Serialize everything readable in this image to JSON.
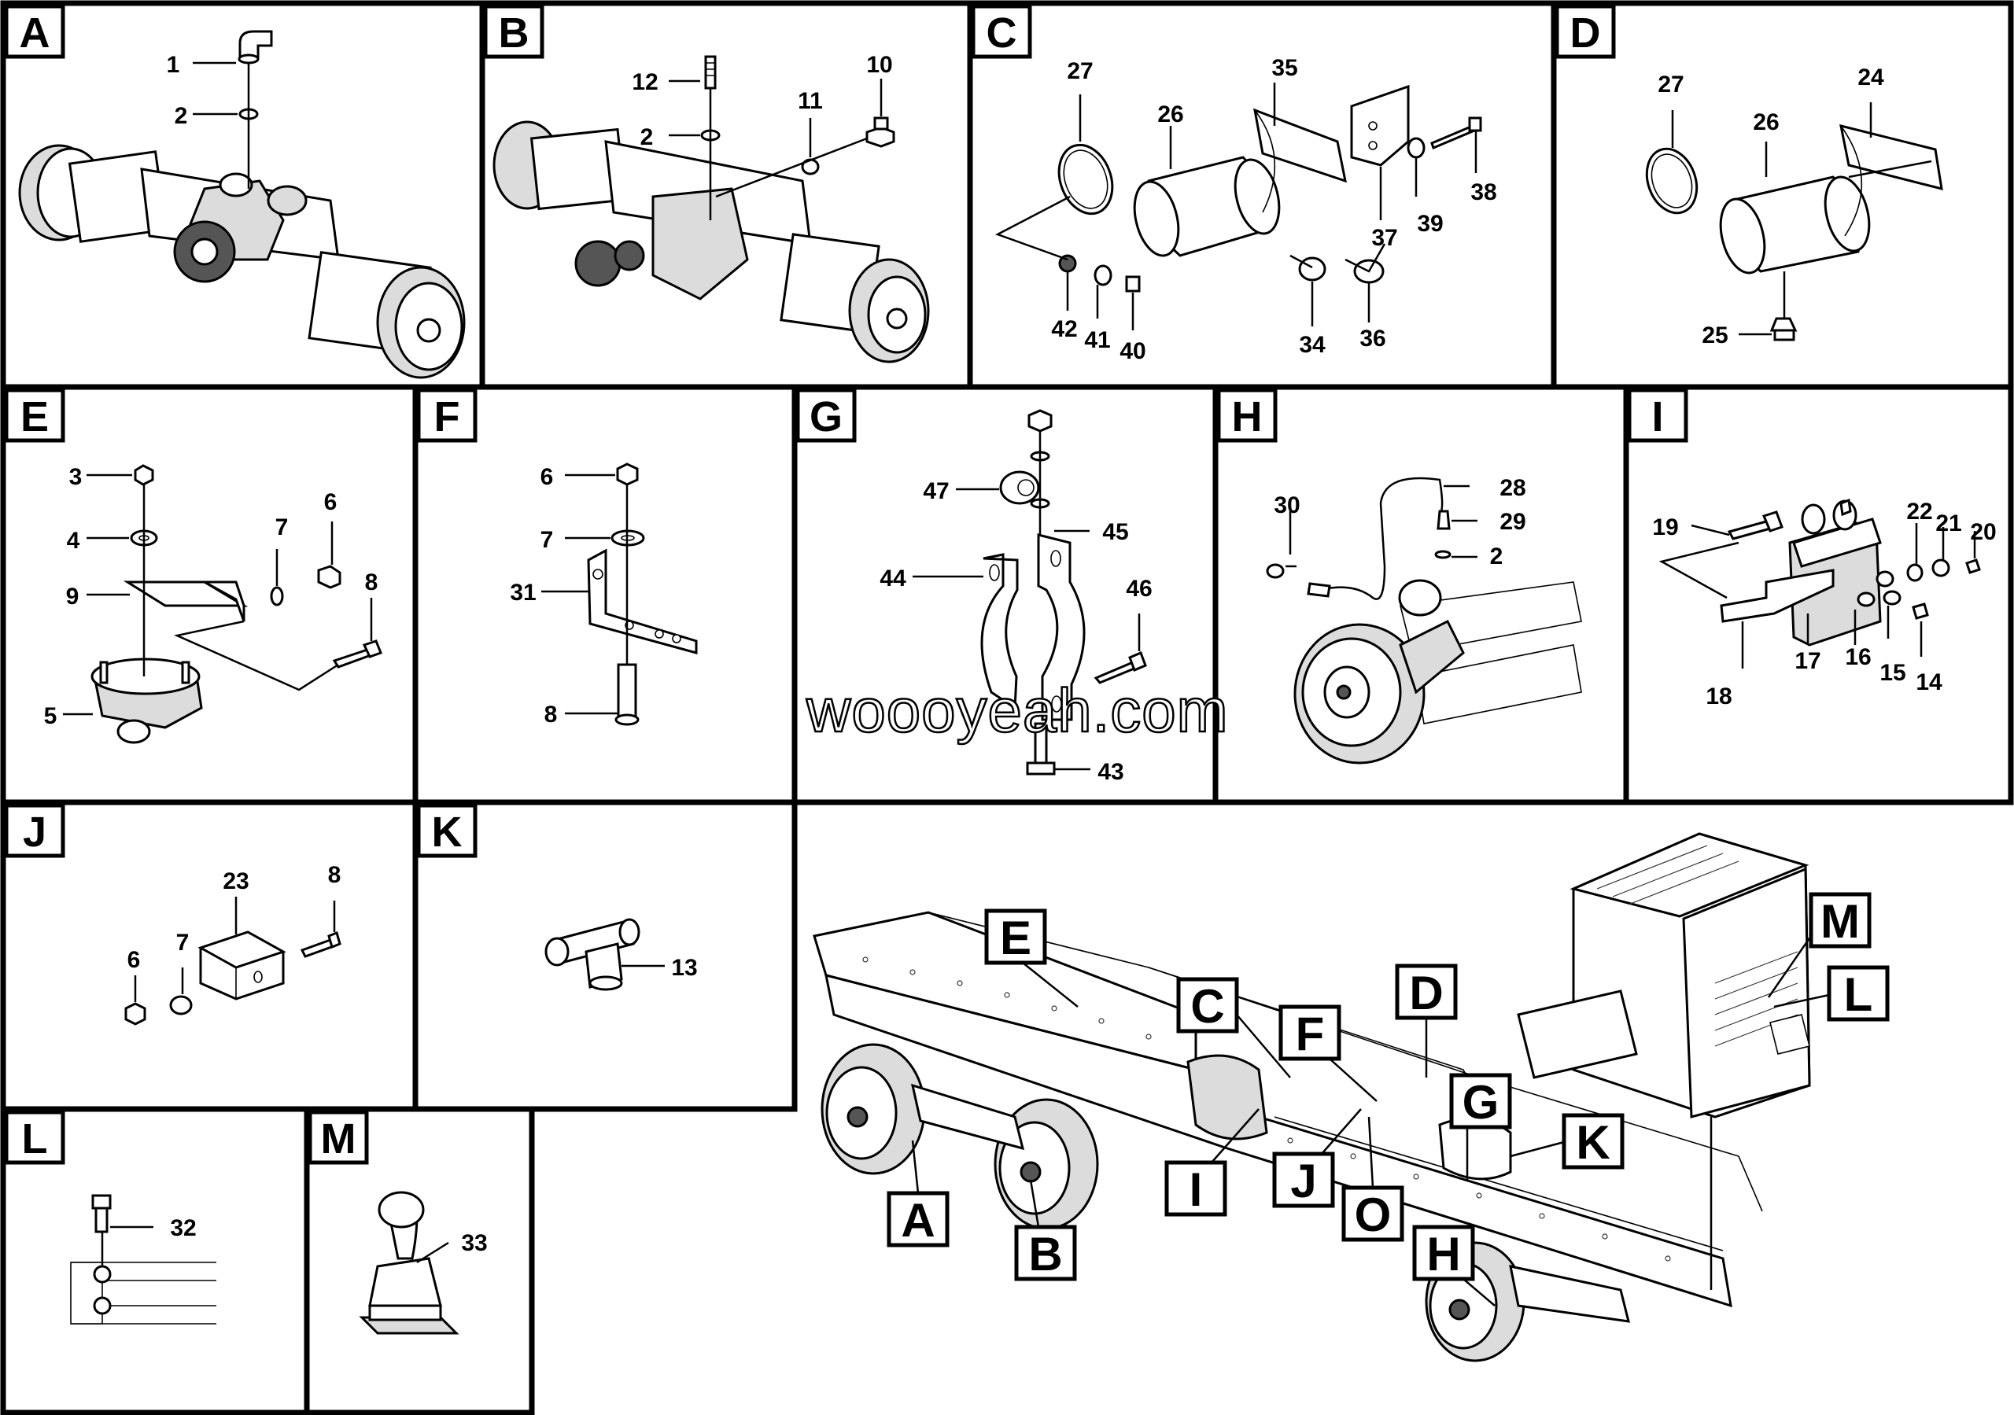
{
  "panels": [
    {
      "letter": "A",
      "callouts": [
        "1",
        "2"
      ]
    },
    {
      "letter": "B",
      "callouts": [
        "12",
        "10",
        "11",
        "2"
      ]
    },
    {
      "letter": "C",
      "callouts": [
        "27",
        "35",
        "26",
        "37",
        "39",
        "38",
        "42",
        "41",
        "40",
        "34",
        "36"
      ]
    },
    {
      "letter": "D",
      "callouts": [
        "27",
        "24",
        "26",
        "25"
      ]
    },
    {
      "letter": "E",
      "callouts": [
        "3",
        "4",
        "7",
        "6",
        "9",
        "8",
        "5"
      ]
    },
    {
      "letter": "F",
      "callouts": [
        "6",
        "7",
        "31",
        "8"
      ]
    },
    {
      "letter": "G",
      "callouts": [
        "47",
        "45",
        "44",
        "46",
        "43"
      ]
    },
    {
      "letter": "H",
      "callouts": [
        "28",
        "30",
        "29",
        "2"
      ]
    },
    {
      "letter": "I",
      "callouts": [
        "19",
        "22",
        "21",
        "20",
        "16",
        "15",
        "14",
        "17",
        "18"
      ]
    },
    {
      "letter": "J",
      "callouts": [
        "23",
        "8",
        "7",
        "6"
      ]
    },
    {
      "letter": "K",
      "callouts": [
        "13"
      ]
    },
    {
      "letter": "L",
      "callouts": [
        "32"
      ]
    },
    {
      "letter": "M",
      "callouts": [
        "33"
      ]
    }
  ],
  "overview_callouts": [
    "E",
    "C",
    "F",
    "D",
    "M",
    "L",
    "G",
    "K",
    "A",
    "B",
    "I",
    "J",
    "O",
    "H"
  ],
  "watermark": "woooyeah.com",
  "colors": {
    "line": "#000000",
    "background": "#ffffff",
    "shade": "#dcdcdc"
  }
}
